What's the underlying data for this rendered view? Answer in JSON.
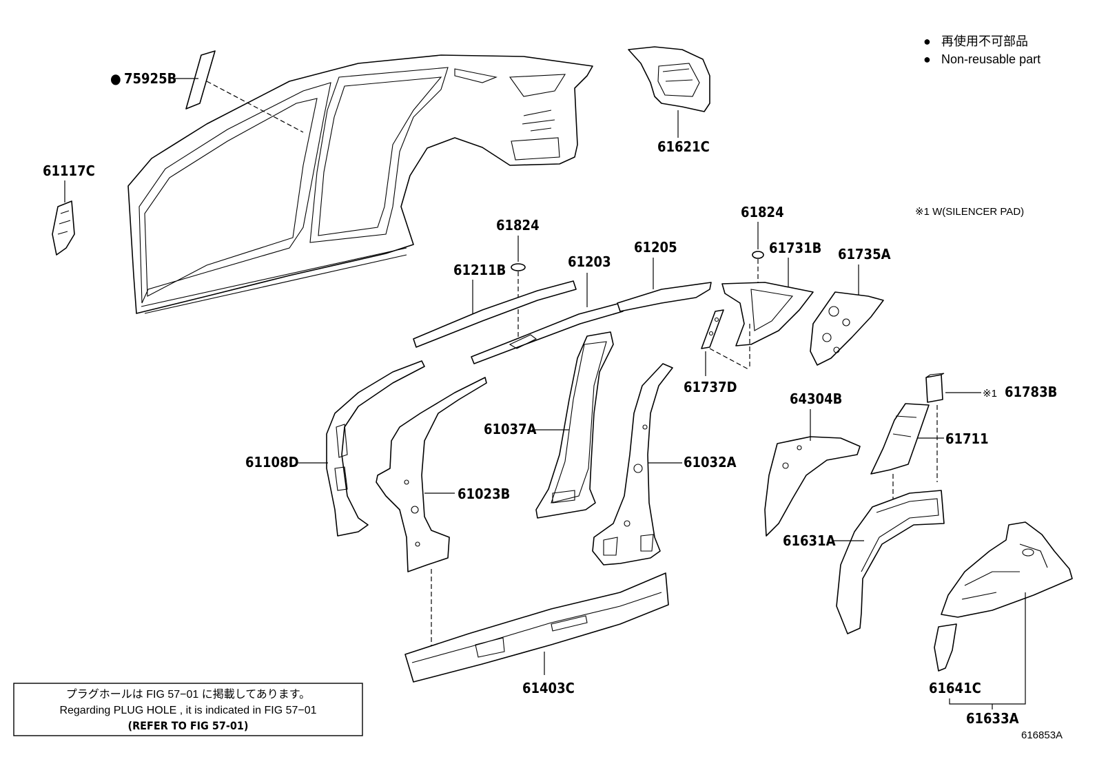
{
  "legend": {
    "bullet": "●",
    "line1": "再使用不可部品",
    "line2": "Non-reusable part"
  },
  "footnote": "※1 W(SILENCER PAD)",
  "parts": {
    "p75925B": "75925B",
    "p75925B_mark": "●",
    "p61117C": "61117C",
    "p61621C": "61621C",
    "p61824_a": "61824",
    "p61824_b": "61824",
    "p61211B": "61211B",
    "p61203": "61203",
    "p61205": "61205",
    "p61731B": "61731B",
    "p61735A": "61735A",
    "p61737D": "61737D",
    "p61783B": "61783B",
    "p61783B_mark": "※1",
    "p64304B": "64304B",
    "p61711": "61711",
    "p61108D": "61108D",
    "p61037A": "61037A",
    "p61032A": "61032A",
    "p61023B": "61023B",
    "p61631A": "61631A",
    "p61403C": "61403C",
    "p61641C": "61641C",
    "p61633A": "61633A"
  },
  "note_box": {
    "line1": "プラグホールは FIG 57−01 に掲載してあります。",
    "line2": "Regarding  PLUG  HOLE , it is indicated in  FIG  57−01",
    "line3": "(REFER TO FIG 57-01)"
  },
  "figure_id": "616853A"
}
